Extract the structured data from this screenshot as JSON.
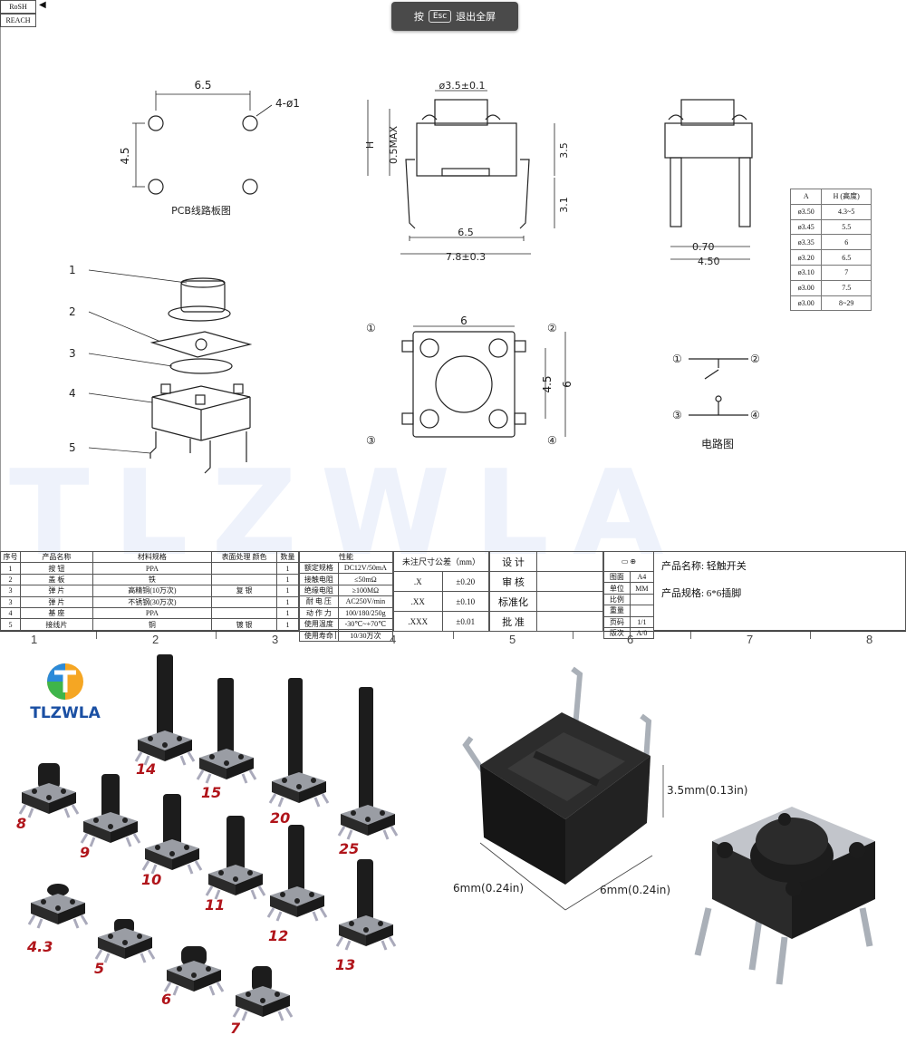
{
  "corner_tags": {
    "rohs": "RoSH",
    "reach": "REACH"
  },
  "fullscreen_hint": {
    "before": "按",
    "key": "Esc",
    "after": "退出全屏"
  },
  "pcb": {
    "dim_h": "6.5",
    "dim_v": "4.5",
    "holes": "4-ø1",
    "caption": "PCB线路板图"
  },
  "exploded": {
    "labels": [
      "1",
      "2",
      "3",
      "4",
      "5"
    ]
  },
  "side_view": {
    "cap_dia": "ø3.5±0.1",
    "height": "H",
    "base_h": "0.5MAX",
    "body_h": "3.5",
    "leg_h": "3.1",
    "inner_w": "6.5",
    "outer_w": "7.8±0.3"
  },
  "end_view": {
    "pin_w": "0.70",
    "pin_span": "4.50"
  },
  "height_table": {
    "headers": [
      "A",
      "H (高度)"
    ],
    "rows": [
      [
        "ø3.50",
        "4.3~5"
      ],
      [
        "ø3.45",
        "5.5"
      ],
      [
        "ø3.35",
        "6"
      ],
      [
        "ø3.20",
        "6.5"
      ],
      [
        "ø3.10",
        "7"
      ],
      [
        "ø3.00",
        "7.5"
      ],
      [
        "ø3.00",
        "8~29"
      ]
    ]
  },
  "top_view": {
    "width": "6",
    "pin_pitch": "4.5",
    "height": "6",
    "pins": [
      "①",
      "②",
      "③",
      "④"
    ]
  },
  "circuit": {
    "pins": [
      "①",
      "②",
      "③",
      "④"
    ],
    "caption": "电路图"
  },
  "watermark": "TLZWLA",
  "bom": {
    "headers": [
      "序号",
      "产品名称",
      "材料规格",
      "表面处理 颜色",
      "数量"
    ],
    "rows": [
      [
        "1",
        "按  钮",
        "PPA",
        "",
        "1"
      ],
      [
        "2",
        "盖  板",
        "铁",
        "",
        "1"
      ],
      [
        "3",
        "弹  片",
        "高精铜(10万次)",
        "复  银",
        "1"
      ],
      [
        "3",
        "弹  片",
        "不锈钢(30万次)",
        "",
        "1"
      ],
      [
        "4",
        "基  座",
        "PPA",
        "",
        "1"
      ],
      [
        "5",
        "接线片",
        "铜",
        "镀  银",
        "1"
      ]
    ],
    "perf_title": "性能",
    "perf": [
      [
        "额定规格",
        "DC12V/50mA"
      ],
      [
        "接触电阻",
        "≤50mΩ"
      ],
      [
        "绝缘电阻",
        "≥100MΩ"
      ],
      [
        "耐 电 压",
        "AC250V/min"
      ],
      [
        "动 作 力",
        "100/180/250g"
      ],
      [
        "使用温度",
        "-30℃~+70℃"
      ],
      [
        "使用寿命",
        "10/30万次"
      ]
    ],
    "tol_title": "未注尺寸公差（mm）",
    "tol": [
      [
        ".X",
        "±0.20"
      ],
      [
        ".XX",
        "±0.10"
      ],
      [
        ".XXX",
        "±0.01"
      ]
    ],
    "approvals": [
      "设  计",
      "审  核",
      "标准化",
      "批  准"
    ],
    "meta": [
      [
        "图面",
        "A4"
      ],
      [
        "单位",
        "MM"
      ],
      [
        "比例",
        ""
      ],
      [
        "重量",
        ""
      ],
      [
        "页码",
        "1/1"
      ],
      [
        "版次",
        "A/0"
      ]
    ],
    "product_name": "产品名称: 轻触开关",
    "product_spec": "产品规格: 6*6插脚"
  },
  "ruler": [
    "1",
    "2",
    "3",
    "4",
    "5",
    "6",
    "7",
    "8"
  ],
  "brand": "TLZWLA",
  "stem_labels": [
    "14",
    "15",
    "20",
    "25",
    "8",
    "9",
    "10",
    "11",
    "12",
    "13",
    "4.3",
    "5",
    "6",
    "7"
  ],
  "photo_dims": {
    "height": "3.5mm(0.13in)",
    "width_left": "6mm(0.24in)",
    "width_right": "6mm(0.24in)"
  },
  "colors": {
    "line": "#222222",
    "label_red": "#b0141a",
    "watermark": "#eef2fb",
    "switch_body": "#1e1e1e",
    "metal": "#b9bcc2"
  }
}
